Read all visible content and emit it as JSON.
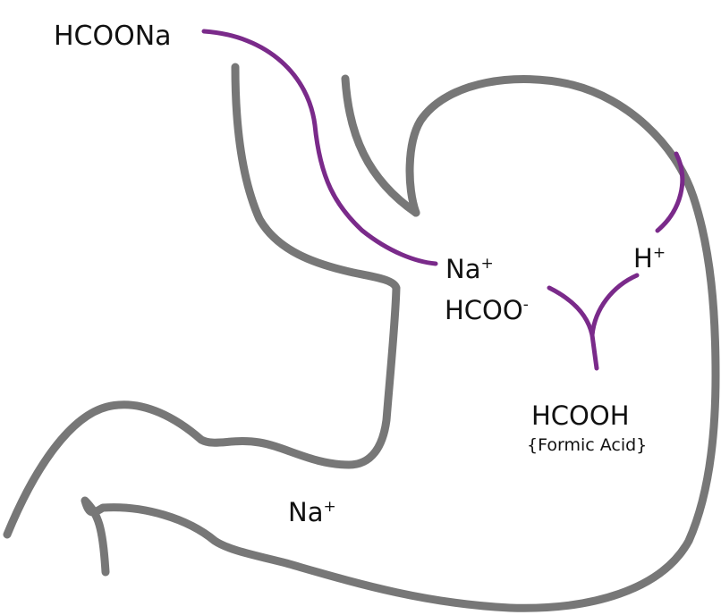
{
  "labels": {
    "reactant": "HCOONa",
    "sodium_ion": "Na",
    "sodium_charge": "+",
    "formate_ion": "HCOO",
    "formate_charge": "-",
    "hydrogen_ion": "H",
    "hydrogen_charge": "+",
    "product": "HCOOH",
    "product_note": "{Formic Acid}",
    "sodium_ion_lower": "Na",
    "sodium_lower_charge": "+"
  },
  "colors": {
    "stomach_outline": "#777777",
    "reaction_path": "#7a2a8a",
    "text": "#111111"
  }
}
